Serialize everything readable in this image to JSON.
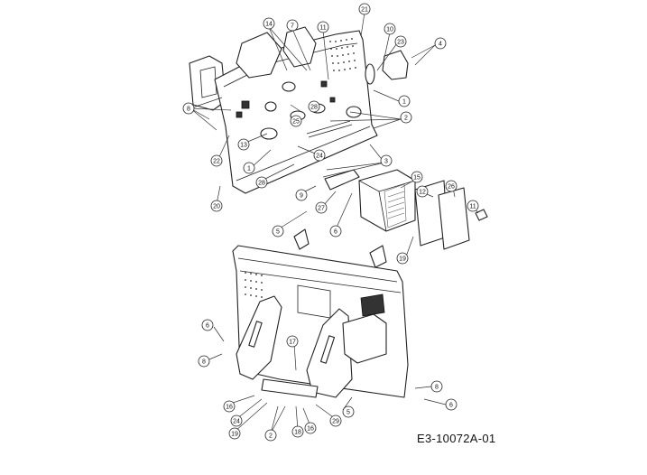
{
  "drawing_code": "E3-10072A-01",
  "callouts": [
    "1",
    "2",
    "3",
    "4",
    "5",
    "6",
    "7",
    "8",
    "9",
    "10",
    "11",
    "12",
    "13",
    "14",
    "15",
    "16",
    "17",
    "18",
    "19",
    "20",
    "21",
    "22",
    "23",
    "24",
    "25",
    "26",
    "27",
    "28",
    "29"
  ]
}
